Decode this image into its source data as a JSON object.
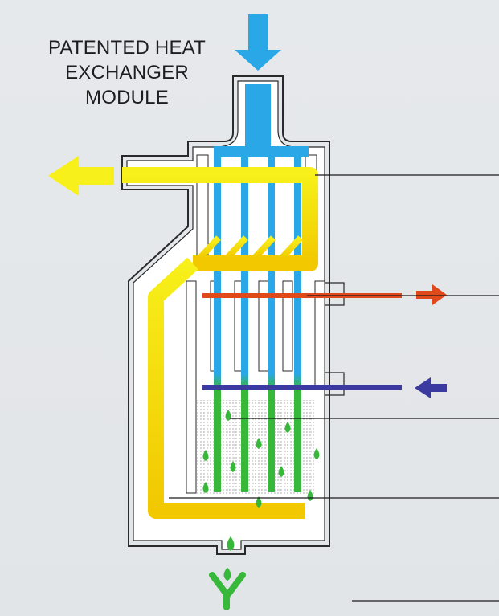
{
  "title": {
    "lines": [
      "PATENTED HEAT",
      "EXCHANGER",
      "MODULE"
    ]
  },
  "colors": {
    "background": "#e4e7ea",
    "casing_outline": "#2a2a2a",
    "cold_inlet": "#2aa7e6",
    "hot_gas": "#f5d300",
    "hot_outlet_arrow": "#f7f01a",
    "water_hot": "#e04a1a",
    "water_mid": "#e0309a",
    "water_cold": "#3a3aa0",
    "condensate": "#38b83a",
    "leader_lines": "#1a1a1a"
  },
  "icons": {
    "inlet_arrow": "down-arrow-icon",
    "exhaust_arrow": "left-arrow-icon",
    "water_out_arrow": "right-arrow-icon",
    "water_in_arrow": "left-arrow-icon",
    "drain": "y-drain-icon",
    "droplet": "droplet-icon"
  }
}
